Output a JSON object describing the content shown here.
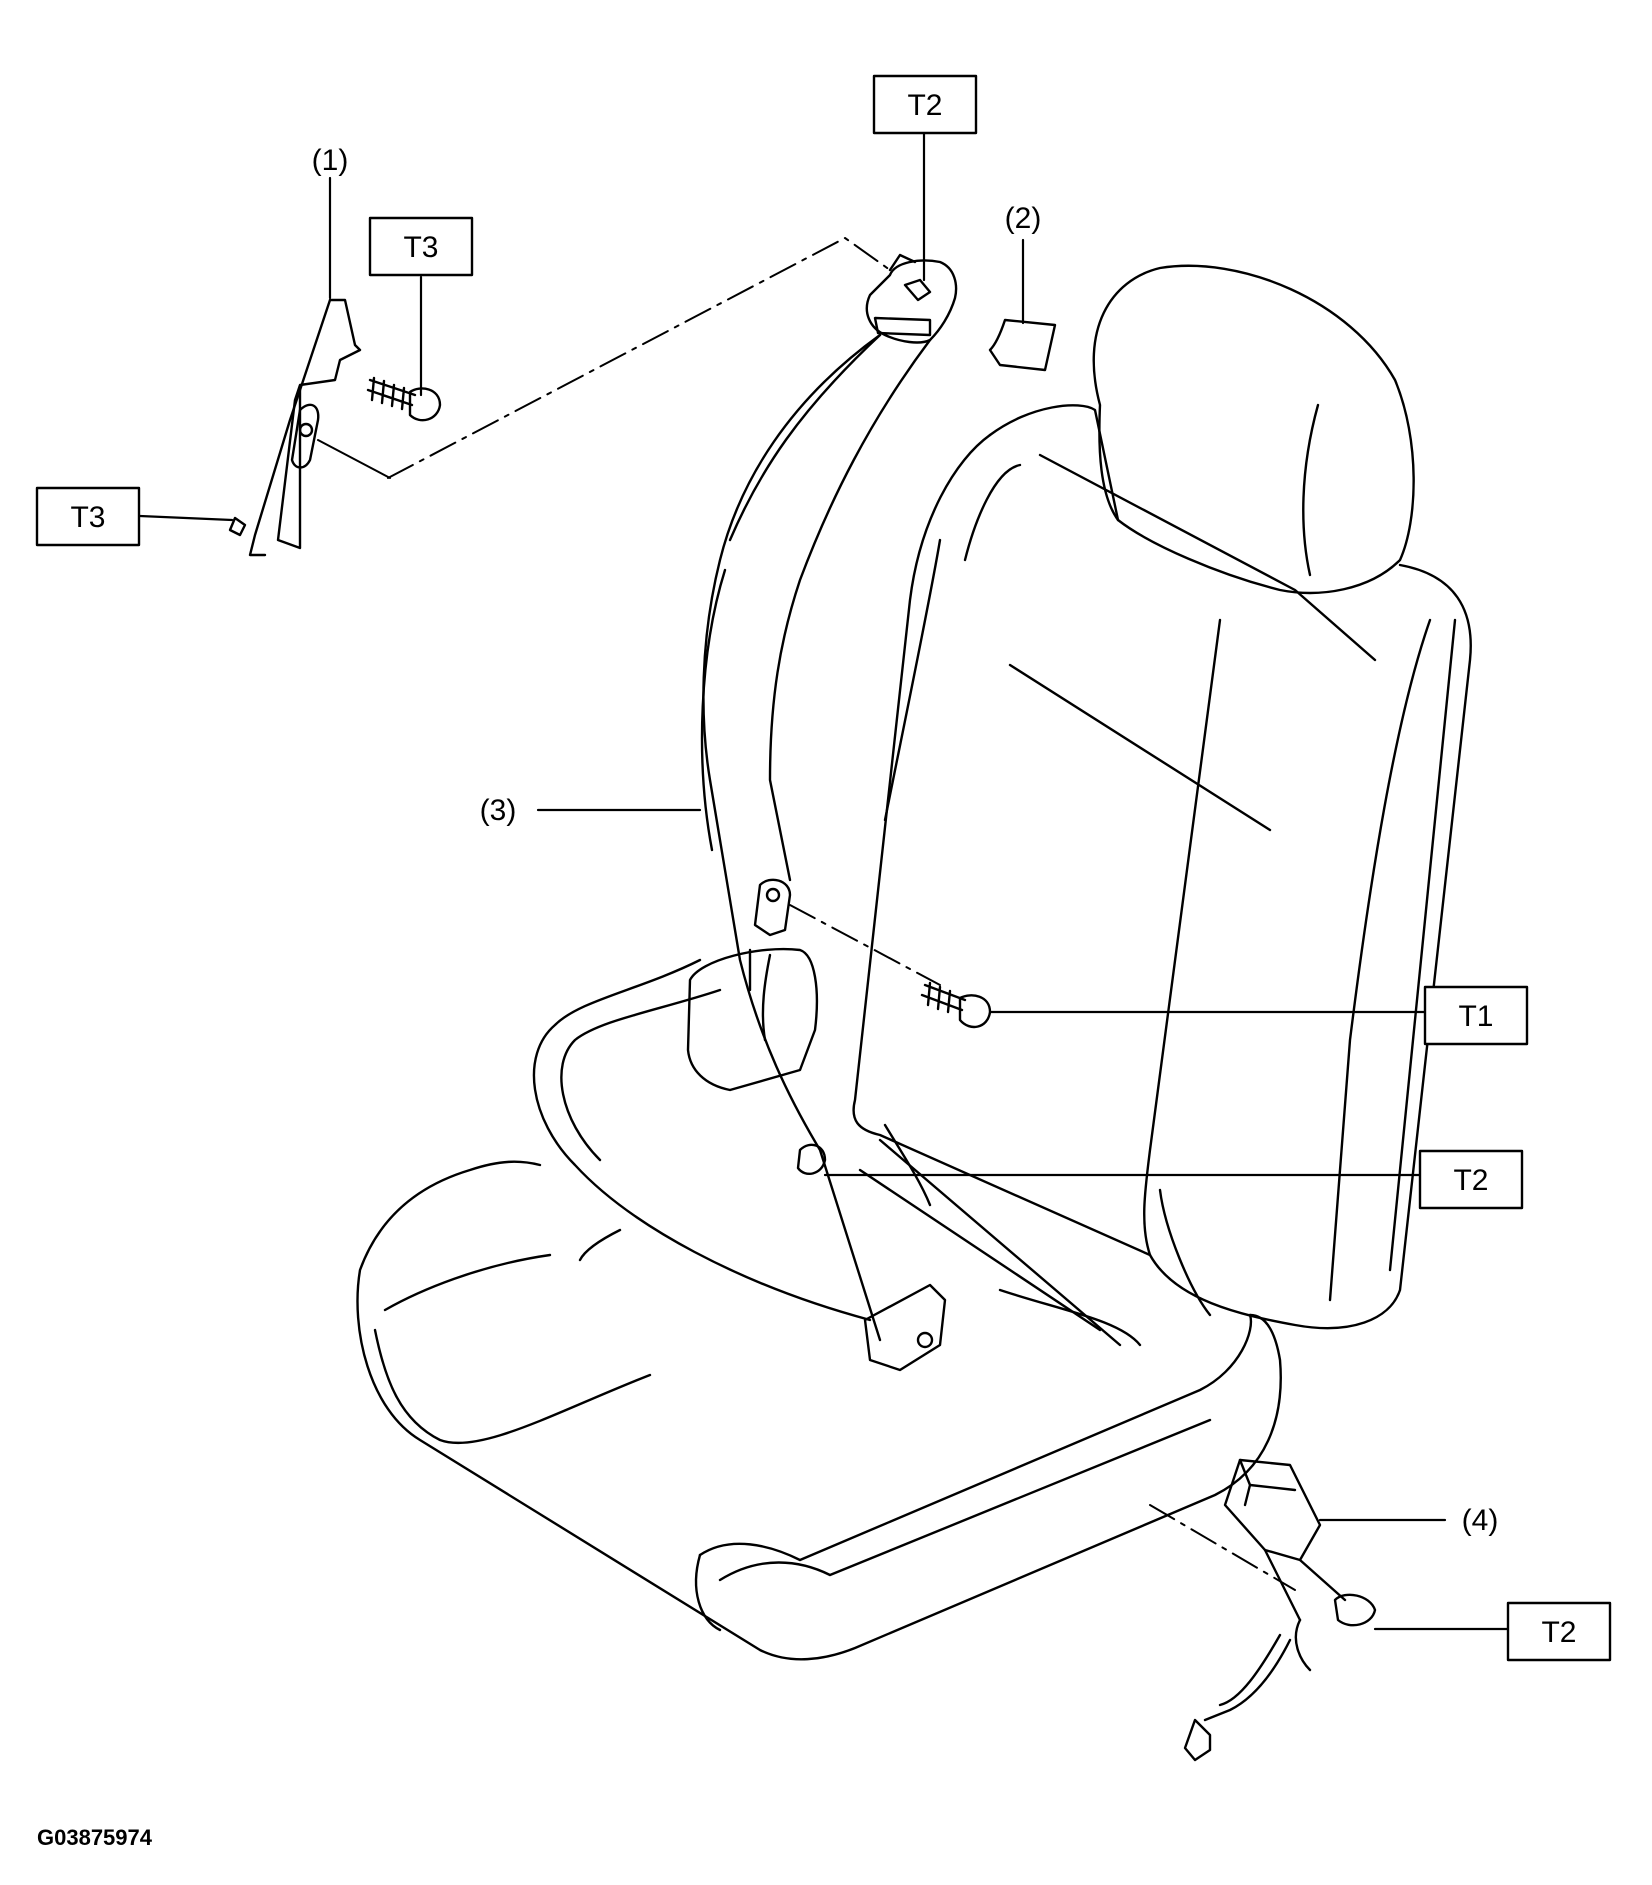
{
  "callouts": {
    "c1": "(1)",
    "c2": "(2)",
    "c3": "(3)",
    "c4": "(4)"
  },
  "torque": {
    "t3_upper": "T3",
    "t3_left": "T3",
    "t2_top": "T2",
    "t1": "T1",
    "t2_mid": "T2",
    "t2_bottom": "T2"
  },
  "figure_code": "G03875974"
}
